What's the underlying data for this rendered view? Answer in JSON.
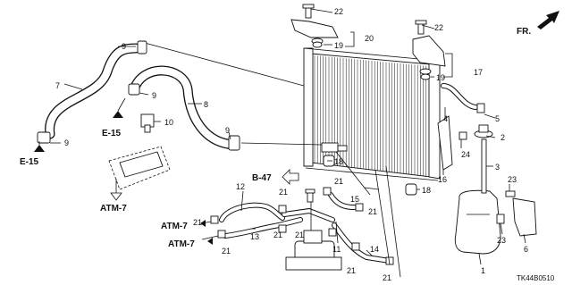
{
  "callouts": {
    "c1": "1",
    "c2": "2",
    "c3": "3",
    "c4": "4",
    "c5": "5",
    "c6": "6",
    "c7": "7",
    "c8": "8",
    "c9a": "9",
    "c9b": "9",
    "c9c": "9",
    "c9d": "9",
    "c10": "10",
    "c11": "11",
    "c12": "12",
    "c13": "13",
    "c14": "14",
    "c15": "15",
    "c16": "16",
    "c17": "17",
    "c18a": "18",
    "c18b": "18",
    "c19a": "19",
    "c19b": "19",
    "c20": "20",
    "c21a": "21",
    "c21b": "21",
    "c21c": "21",
    "c21d": "21",
    "c21e": "21",
    "c21f": "21",
    "c21g": "21",
    "c21h": "21",
    "c21i": "21",
    "c22a": "22",
    "c22b": "22",
    "c23a": "23",
    "c23b": "23",
    "c24": "24"
  },
  "refs": {
    "e15a": "E-15",
    "e15b": "E-15",
    "atm7a": "ATM-7",
    "atm7b": "ATM-7",
    "atm7c": "ATM-7",
    "b47": "B-47"
  },
  "direction_label": "FR.",
  "diagram_code": "TK44B0510"
}
